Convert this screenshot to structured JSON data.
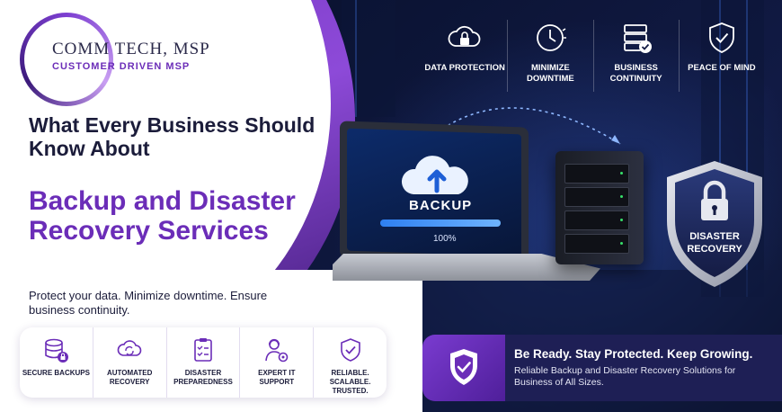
{
  "brand": {
    "name": "COMM TECH, MSP",
    "tagline": "CUSTOMER DRIVEN MSP"
  },
  "headline": {
    "line1": "What Every Business Should Know About",
    "line2": "Backup and Disaster Recovery Services"
  },
  "subtext": "Protect your data. Minimize downtime. Ensure business continuity.",
  "benefits": [
    {
      "label": "DATA PROTECTION",
      "icon": "cloud-lock-icon"
    },
    {
      "label": "MINIMIZE DOWNTIME",
      "icon": "clock-icon"
    },
    {
      "label": "BUSINESS CONTINUITY",
      "icon": "server-check-icon"
    },
    {
      "label": "PEACE OF MIND",
      "icon": "shield-check-icon"
    }
  ],
  "features": [
    {
      "label": "SECURE BACKUPS",
      "icon": "database-lock-icon"
    },
    {
      "label": "AUTOMATED RECOVERY",
      "icon": "cloud-sync-icon"
    },
    {
      "label": "DISASTER PREPAREDNESS",
      "icon": "checklist-icon"
    },
    {
      "label": "EXPERT IT SUPPORT",
      "icon": "support-gear-icon"
    },
    {
      "label": "RELIABLE. SCALABLE. TRUSTED.",
      "icon": "shield-check-icon"
    }
  ],
  "laptop": {
    "screen_label": "BACKUP",
    "progress_text": "100%",
    "progress_value": 1.0
  },
  "shield": {
    "line1": "DISASTER",
    "line2": "RECOVERY"
  },
  "banner": {
    "title": "Be Ready. Stay Protected. Keep Growing.",
    "subtitle": "Reliable Backup and Disaster Recovery Solutions for Business of All Sizes."
  },
  "colors": {
    "accent": "#6b2db8",
    "navy": "#1b1c3a",
    "banner": "#1e1f55",
    "scene_dark": "#0a1230"
  }
}
